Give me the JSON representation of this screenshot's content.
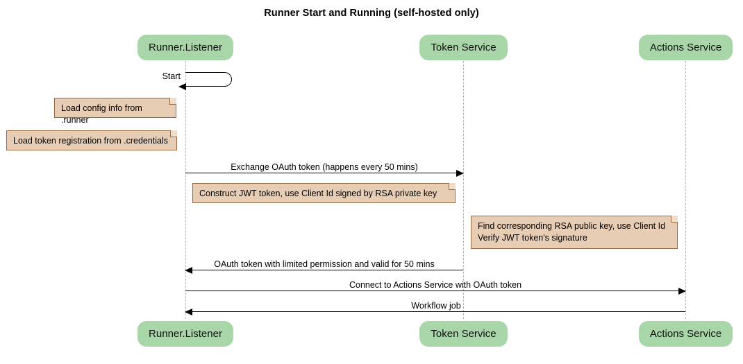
{
  "diagram": {
    "title": "Runner Start and Running (self-hosted only)",
    "type": "sequence-diagram",
    "colors": {
      "participant_fill": "#a9d6a9",
      "note_fill": "#e8cdb5",
      "note_border": "#9c6a42",
      "lifeline": "#b3b3b3",
      "arrow": "#000000",
      "text": "#000000",
      "background": "#ffffff"
    }
  },
  "participants": [
    {
      "id": "runner",
      "label": "Runner.Listener"
    },
    {
      "id": "token",
      "label": "Token Service"
    },
    {
      "id": "actions",
      "label": "Actions Service"
    }
  ],
  "participants_bottom": [
    {
      "id": "runner",
      "label": "Runner.Listener"
    },
    {
      "id": "token",
      "label": "Token Service"
    },
    {
      "id": "actions",
      "label": "Actions Service"
    }
  ],
  "messages": [
    {
      "id": "m1",
      "label": "Start",
      "from": "runner",
      "to": "runner",
      "kind": "self",
      "arrow": "filled"
    },
    {
      "id": "m2",
      "label": "Exchange OAuth token (happens every 50 mins)",
      "from": "runner",
      "to": "token",
      "kind": "sync",
      "direction": "right",
      "arrow": "filled"
    },
    {
      "id": "m3",
      "label": "OAuth token with limited permission and valid for 50 mins",
      "from": "token",
      "to": "runner",
      "kind": "return",
      "direction": "left",
      "arrow": "filled"
    },
    {
      "id": "m4",
      "label": "Connect to Actions Service with OAuth token",
      "from": "runner",
      "to": "actions",
      "kind": "sync",
      "direction": "right",
      "arrow": "filled"
    },
    {
      "id": "m5",
      "label": "Workflow job",
      "from": "actions",
      "to": "runner",
      "kind": "return",
      "direction": "left",
      "arrow": "filled"
    }
  ],
  "notes": [
    {
      "id": "n1",
      "text": "Load config info from .runner",
      "attached_to": "runner"
    },
    {
      "id": "n2",
      "text": "Load token registration from .credentials",
      "attached_to": "runner"
    },
    {
      "id": "n3",
      "text": "Construct JWT token, use Client Id signed by RSA private key",
      "attached_to": "runner"
    },
    {
      "id": "n4",
      "text": "Find corresponding RSA public key, use Client Id\nVerify JWT token's signature",
      "attached_to": "token"
    }
  ]
}
